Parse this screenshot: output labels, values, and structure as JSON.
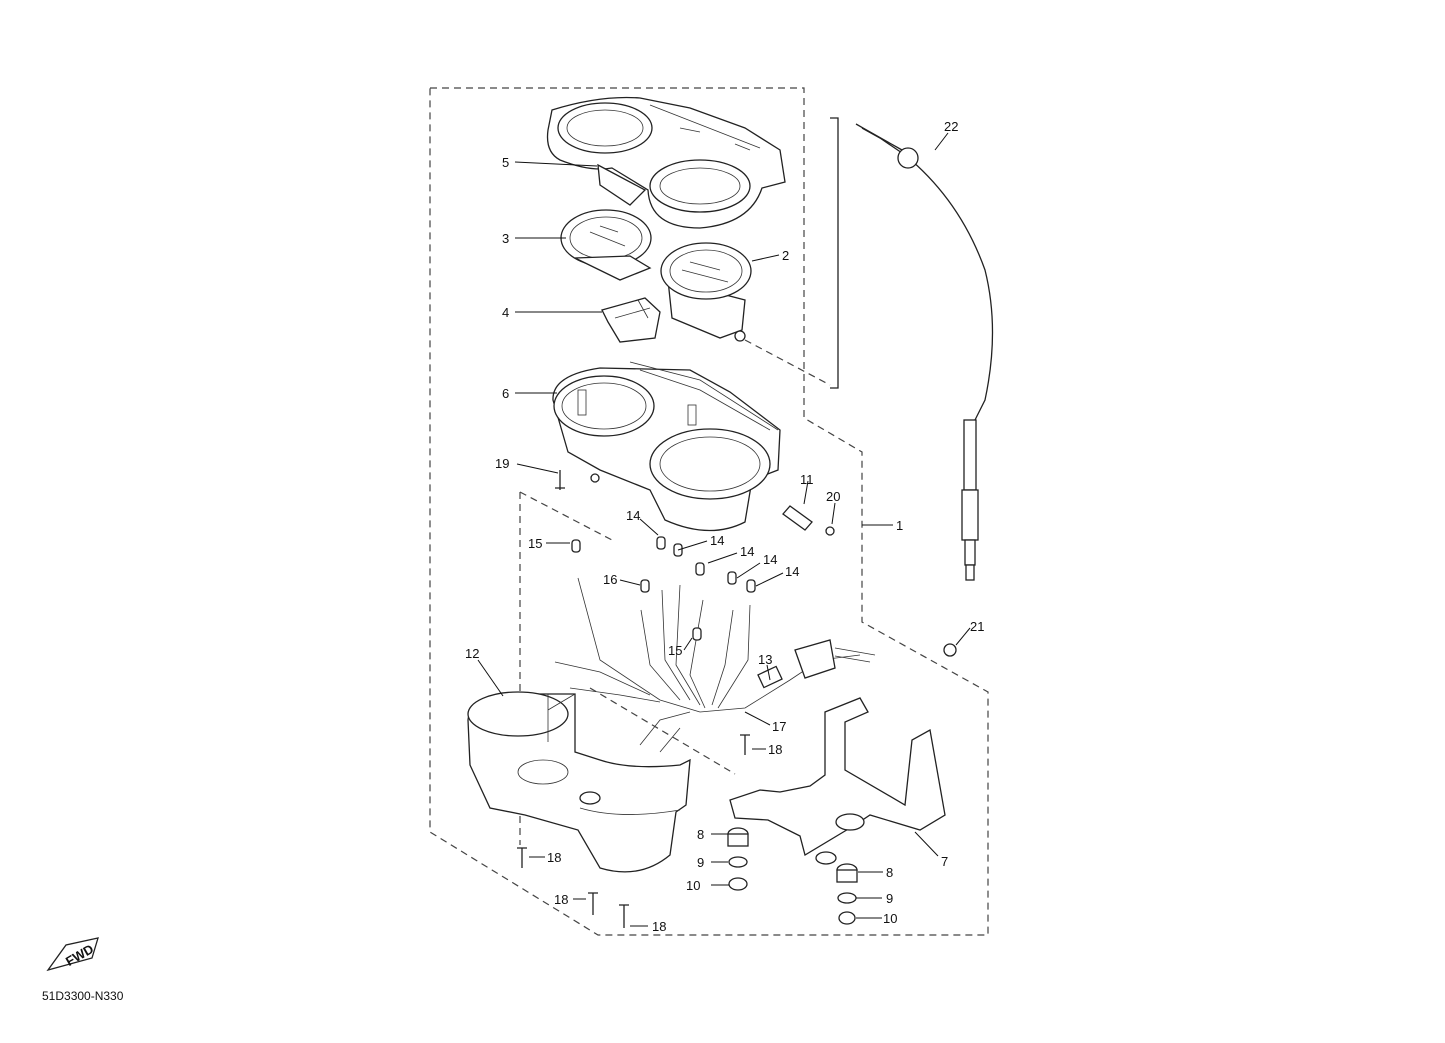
{
  "diagram": {
    "code": "51D3300-N330",
    "fwd_label": "FWD",
    "callouts": [
      {
        "id": "c5",
        "label": "5"
      },
      {
        "id": "c3",
        "label": "3"
      },
      {
        "id": "c2",
        "label": "2"
      },
      {
        "id": "c4",
        "label": "4"
      },
      {
        "id": "c6",
        "label": "6"
      },
      {
        "id": "c19",
        "label": "19"
      },
      {
        "id": "c11",
        "label": "11"
      },
      {
        "id": "c20",
        "label": "20"
      },
      {
        "id": "c1",
        "label": "1"
      },
      {
        "id": "c22",
        "label": "22"
      },
      {
        "id": "c14a",
        "label": "14"
      },
      {
        "id": "c14b",
        "label": "14"
      },
      {
        "id": "c14c",
        "label": "14"
      },
      {
        "id": "c14d",
        "label": "14"
      },
      {
        "id": "c14e",
        "label": "14"
      },
      {
        "id": "c15a",
        "label": "15"
      },
      {
        "id": "c16",
        "label": "16"
      },
      {
        "id": "c15b",
        "label": "15"
      },
      {
        "id": "c21",
        "label": "21"
      },
      {
        "id": "c12",
        "label": "12"
      },
      {
        "id": "c13",
        "label": "13"
      },
      {
        "id": "c17",
        "label": "17"
      },
      {
        "id": "c18a",
        "label": "18"
      },
      {
        "id": "c8a",
        "label": "8"
      },
      {
        "id": "c9a",
        "label": "9"
      },
      {
        "id": "c10a",
        "label": "10"
      },
      {
        "id": "c7",
        "label": "7"
      },
      {
        "id": "c8b",
        "label": "8"
      },
      {
        "id": "c9b",
        "label": "9"
      },
      {
        "id": "c10b",
        "label": "10"
      },
      {
        "id": "c18b",
        "label": "18"
      },
      {
        "id": "c18c",
        "label": "18"
      },
      {
        "id": "c18d",
        "label": "18"
      }
    ]
  }
}
